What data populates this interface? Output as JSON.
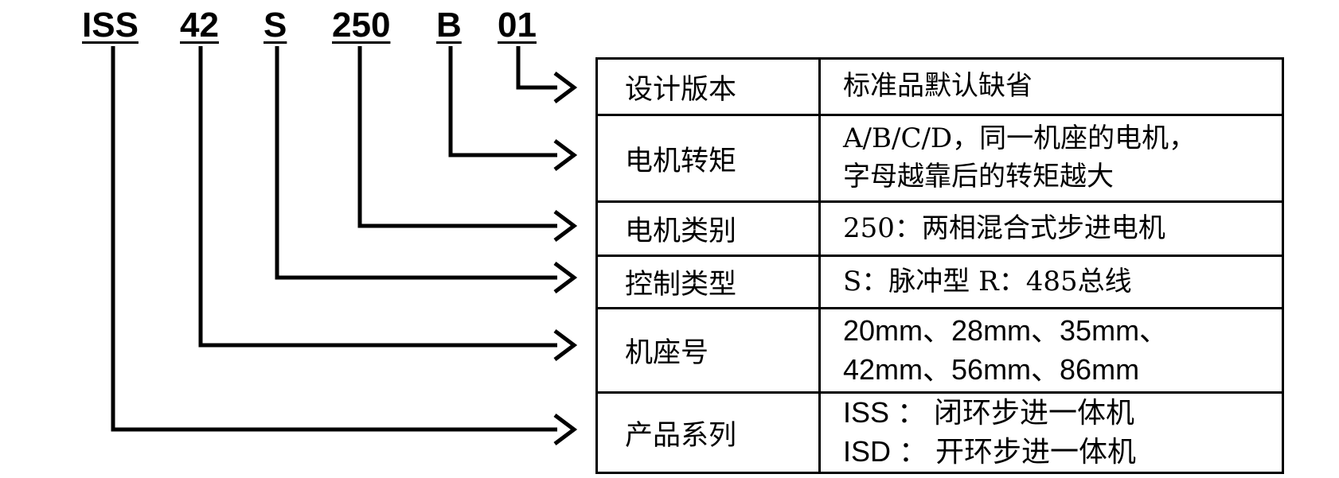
{
  "model_code": {
    "parts": [
      "ISS",
      "42",
      "S",
      "250",
      "B",
      "01"
    ]
  },
  "table": {
    "rows": [
      {
        "label": "设计版本",
        "lines": [
          "标准品默认缺省"
        ]
      },
      {
        "label": "电机转矩",
        "lines": [
          "A/B/C/D，同一机座的电机，",
          "字母越靠后的转矩越大"
        ]
      },
      {
        "label": "电机类别",
        "lines": [
          "250：两相混合式步进电机"
        ]
      },
      {
        "label": "控制类型",
        "lines": [
          "S：脉冲型 R：485总线"
        ]
      },
      {
        "label": "机座号",
        "lines": [
          "20mm、28mm、35mm、",
          "42mm、56mm、86mm"
        ]
      },
      {
        "label": "产品系列",
        "lines": [
          "ISS ： 闭环步进一体机",
          "ISD ： 开环步进一体机"
        ]
      }
    ]
  },
  "colors": {
    "line": "#000000",
    "background": "#ffffff"
  }
}
